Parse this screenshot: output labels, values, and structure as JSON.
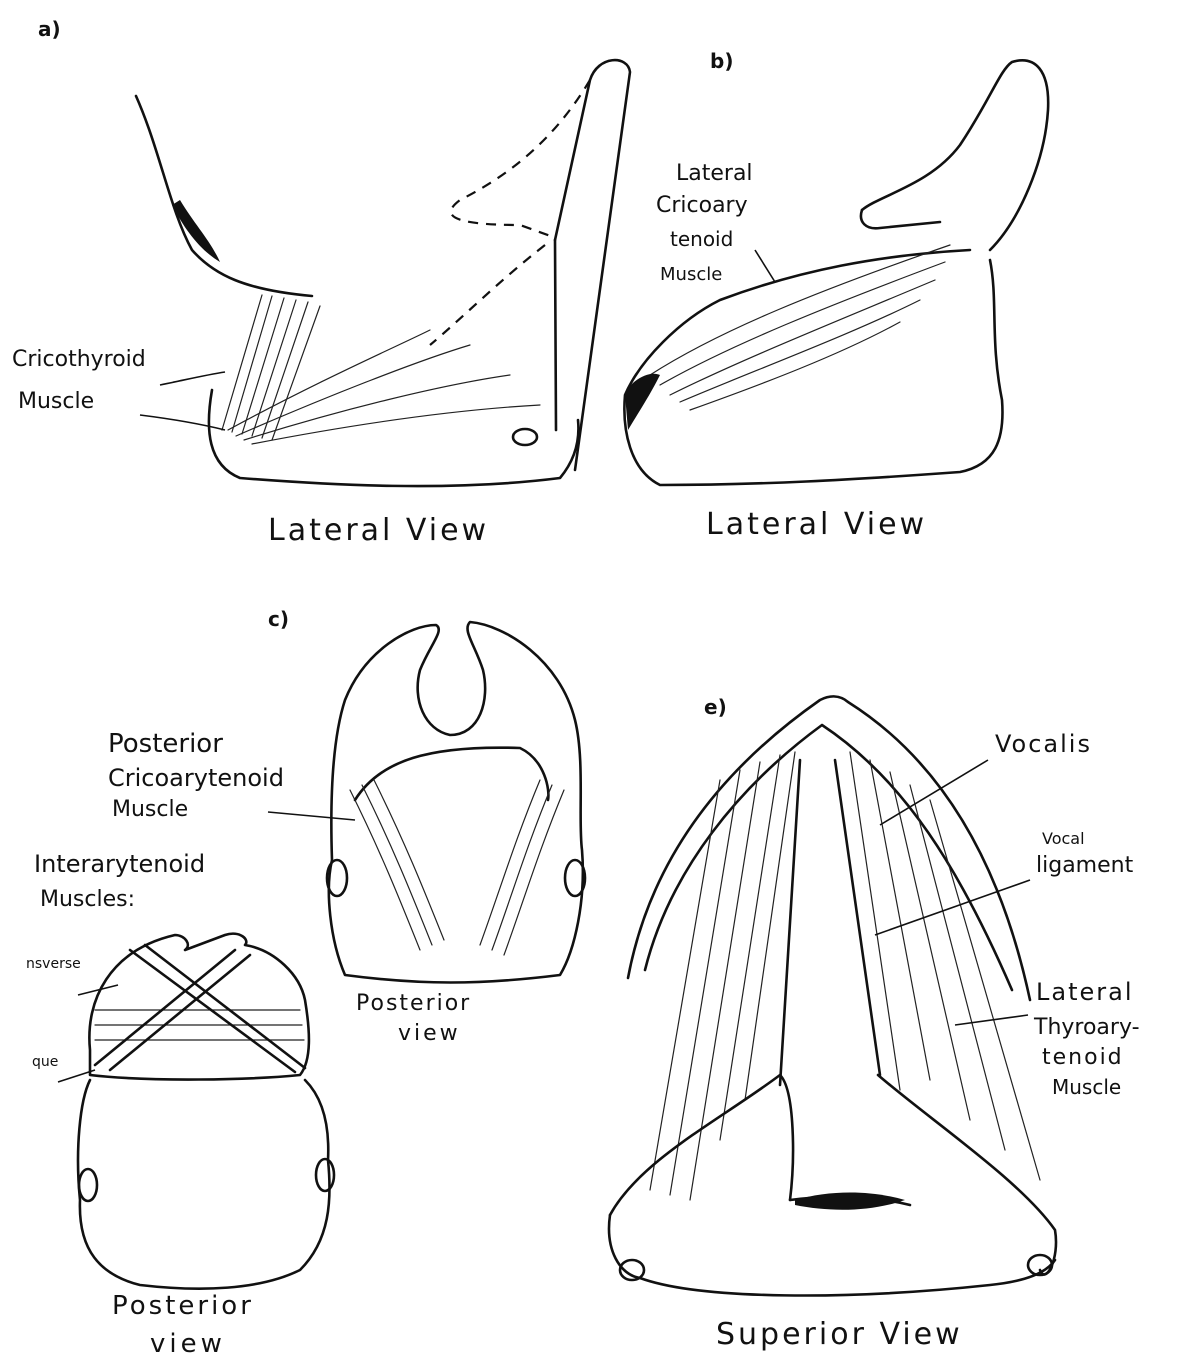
{
  "panels": {
    "a": {
      "letter": "a)",
      "view": "Lateral View",
      "labels": {
        "cricothyroid_l1": "Cricothyroid",
        "cricothyroid_l2": "Muscle"
      }
    },
    "b": {
      "letter": "b)",
      "view": "Lateral View",
      "labels": {
        "l1": "Lateral",
        "l2": "Cricoary",
        "l3": "tenoid",
        "l4": "Muscle"
      }
    },
    "c": {
      "letter": "c)",
      "view_l1": "Posterior",
      "view_l2": "view",
      "labels": {
        "pca_l1": "Posterior",
        "pca_l2": "Cricoarytenoid",
        "pca_l3": "Muscle"
      }
    },
    "d": {
      "view_l1": "Posterior",
      "view_l2": "view",
      "labels": {
        "ia_l1": "Interarytenoid",
        "ia_l2": "Muscles:",
        "transverse": "nsverse",
        "oblique": "que"
      }
    },
    "e": {
      "letter": "e)",
      "view": "Superior View",
      "labels": {
        "vocalis": "Vocalis",
        "vlig_l1": "Vocal",
        "vlig_l2": "ligament",
        "lta_l1": "Lateral",
        "lta_l2": "Thyroary-",
        "lta_l3": "tenoid",
        "lta_l4": "Muscle"
      }
    }
  }
}
